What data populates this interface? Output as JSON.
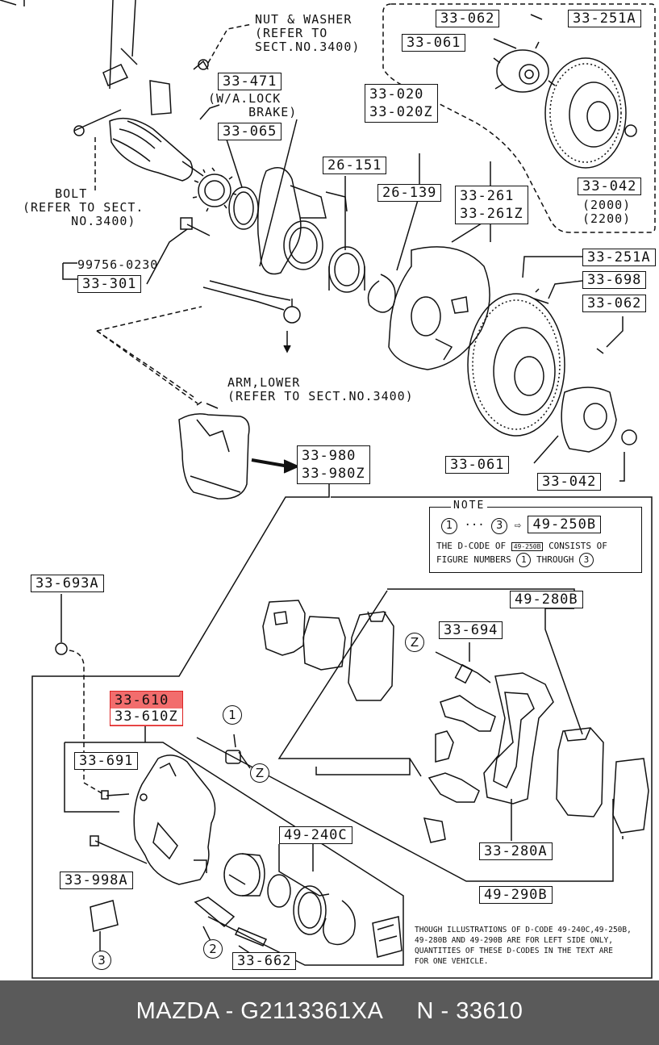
{
  "top_section": {
    "nut_washer_note": "NUT & WASHER\n(REFER TO\nSECT.NO.3400)",
    "lock_brake_note": "(W/A.LOCK\n     BRAKE)",
    "bolt_note": "    BOLT\n(REFER TO SECT.\n      NO.3400)",
    "arm_lower_note": "ARM,LOWER\n(REFER TO SECT.NO.3400)",
    "engine_note": "(2000)\n(2200)",
    "part_99756": "99756-0230",
    "labels": {
      "p33_062_a": "33-062",
      "p33_251a_a": "33-251A",
      "p33_061_a": "33-061",
      "p33_471": "33-471",
      "p33_020": "33-020",
      "p33_020z": "33-020Z",
      "p33_065": "33-065",
      "p33_042_a": "33-042",
      "p26_151": "26-151",
      "p26_139": "26-139",
      "p33_261": "33-261",
      "p33_261z": "33-261Z",
      "p33_301": "33-301",
      "p33_251a_b": "33-251A",
      "p33_698": "33-698",
      "p33_062_b": "33-062",
      "p33_980": "33-980",
      "p33_980z": "33-980Z",
      "p33_061_b": "33-061",
      "p33_042_b": "33-042"
    }
  },
  "note_box": {
    "title": "NOTE",
    "range_from": "1",
    "range_to": "3",
    "dcode": "49-250B",
    "line1_a": "THE D-CODE OF",
    "line1_code": "49-250B",
    "line1_b": "CONSISTS OF",
    "line2_a": "FIGURE NUMBERS",
    "line2_b": "THROUGH",
    "num_1": "1",
    "num_3": "3"
  },
  "bottom_section": {
    "labels": {
      "p33_693a": "33-693A",
      "p33_610": "33-610",
      "p33_610z": "33-610Z",
      "p33_691": "33-691",
      "p33_998a": "33-998A",
      "p33_662": "33-662",
      "p49_240c": "49-240C",
      "p49_280b": "49-280B",
      "p33_694": "33-694",
      "p33_280a": "33-280A",
      "p49_290b": "49-290B"
    },
    "circle_1": "1",
    "circle_2": "2",
    "circle_3": "3",
    "z_mark_a": "Z",
    "z_mark_b": "Z",
    "footnote": "THOUGH ILLUSTRATIONS OF D-CODE 49-240C,49-250B,\n49-280B AND 49-290B ARE FOR LEFT SIDE ONLY,\nQUANTITIES OF THESE D-CODES IN THE TEXT ARE\nFOR ONE VEHICLE."
  },
  "highlight_color": "#f26d6d",
  "footer": {
    "text": "MAZDA - G2113361XA     N - 33610"
  }
}
